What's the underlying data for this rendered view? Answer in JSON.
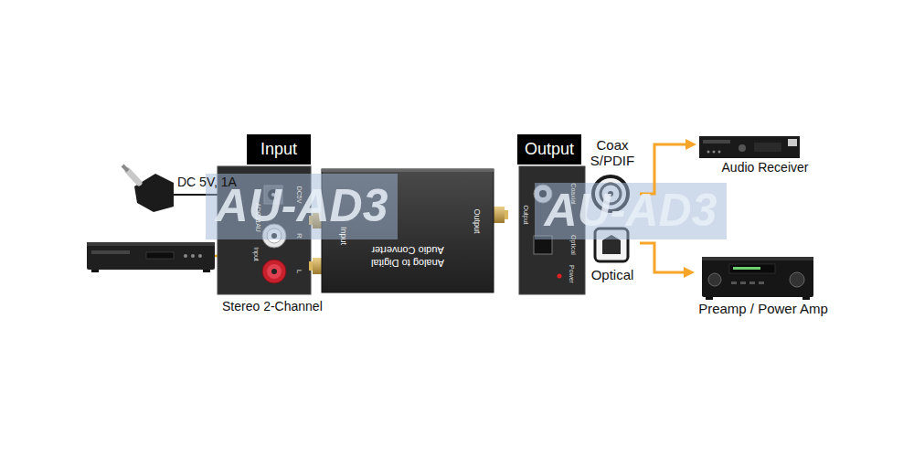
{
  "diagram": {
    "nodes": [
      {
        "text": [
          "Input"
        ]
      },
      {
        "text": [
          "Analog to Digital Audio Converter"
        ]
      },
      {
        "text": [
          "Output"
        ]
      },
      {
        "text": [
          "Coax S/PDIF"
        ]
      },
      {
        "text": [
          "Optical"
        ]
      },
      {
        "text": [
          "Audio Receiver"
        ]
      },
      {
        "text": [
          "Preamp / Power Amp"
        ]
      }
    ],
    "edges": [
      {
        "from": 3,
        "to": 5,
        "arrow": "to"
      },
      {
        "from": 4,
        "to": 6,
        "arrow": "to"
      }
    ],
    "labels": [
      "DC 5V, 1A",
      "ADC11AU",
      "DC5V",
      "R",
      "L",
      "Input",
      "Input",
      "Output",
      "Output",
      "Coaxial",
      "Optical",
      "Power",
      "Stereo 2-Channel",
      "AU-AD3",
      "AU-AD3"
    ]
  }
}
